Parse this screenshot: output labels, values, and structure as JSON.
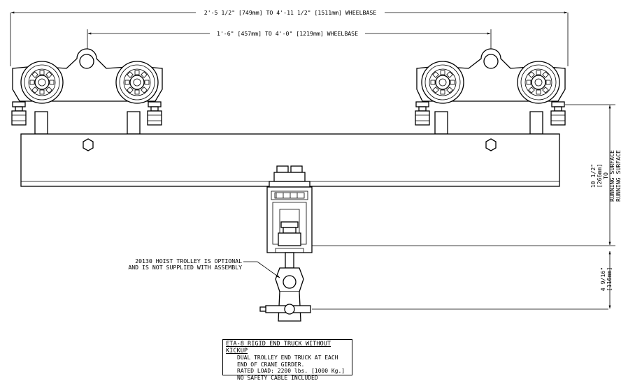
{
  "dimensions": {
    "outer_wheelbase": "2'-5 1/2\" [749mm] TO 4'-11 1/2\" [1511mm] WHEELBASE",
    "inner_wheelbase": "1'-6\" [457mm] TO 4'-0\" [1219mm] WHEELBASE",
    "running_surface": [
      "10 1/2\"",
      "[266mm]",
      "TO",
      "RUNNING SURFACE",
      "RUNNING SURFACE"
    ],
    "lower_dim": [
      "4 9/16\"",
      "[116mm]"
    ]
  },
  "note": [
    "20130 HOIST TROLLEY IS OPTIONAL",
    "AND IS NOT SUPPLIED WITH ASSEMBLY"
  ],
  "title_block": {
    "title": "ETA-8 RIGID END TRUCK WITHOUT KICKUP",
    "lines": [
      "DUAL TROLLEY END TRUCK AT EACH",
      "END OF CRANE GIRDER.",
      "RATED LOAD: 2200 lbs. [1000 Kg.]",
      "NO SAFETY CABLE INCLUDED"
    ]
  }
}
